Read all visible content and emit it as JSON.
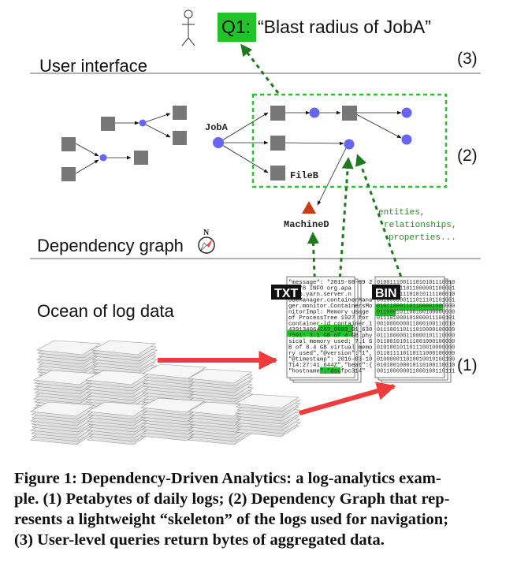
{
  "figure": {
    "query": {
      "label": "Q1:",
      "text": "“Blast radius of JobA”",
      "highlight_color": "#22c22a"
    },
    "layers": {
      "user_interface": "User interface",
      "dependency_graph": "Dependency graph",
      "ocean": "Ocean of log data"
    },
    "markers": {
      "three": "(3)",
      "two": "(2)",
      "one": "(1)"
    },
    "compass": {
      "label": "N"
    },
    "graph": {
      "nodes": {
        "joba": "JobA",
        "fileb": "FileB",
        "machined": "MachineD"
      },
      "annotation": [
        "entities,",
        "relationships,",
        "properties..."
      ],
      "colors": {
        "process_node": "#6666f2",
        "file_node": "#777777",
        "machine_node": "#cc3a14",
        "selection": "#2fbf2f",
        "link_arrow": "#1f7a1f"
      }
    },
    "logs": {
      "txt_badge": "TXT",
      "bin_badge": "BIN",
      "txt_lines": [
        "\"message\": \"2015-08-09 2",
        "   7,978 INFO org.apa",
        "   doop.yarn.server.n",
        "odeManager.containerMana",
        "ger.monitor.ContainersMo",
        "nitorImpl: Memory usage",
        "of ProcessTree 1927 for",
        "container-id container_1",
        "439134064263_0003_01_630",
        "7591: 3.1 GB of 4 GB phy",
        "sical memory used; 7.1 G",
        "B of 8.4 GB virtual memo",
        "ry used\",\"@version\":\"1\",",
        "\"@timestamp\": 2016-03-10",
        "T14:27:41.644Z\",\"beat\":{",
        "\"hostname\":\"dsufpc314\""
      ],
      "bin_lines": [
        "010011100111010101110010",
        "000011111011000001100001",
        "010110011101010111100010",
        "001000000111011101101001",
        "010110001101100001000000",
        "011000101100100100000000",
        "011101000101000011100101",
        "001000000011000100110010",
        "011100110111010000100000",
        "011100000110000101110000",
        "011001010111001000100000",
        "010100101101110010000000",
        "011011110110111000100000",
        "010000011010010010100100",
        "010100100010110100110010",
        "001100000011000100110111"
      ],
      "arrow_color": "#ee3b3b"
    }
  },
  "caption": {
    "lines": [
      "Figure 1: Dependency-Driven Analytics: a log-analytics exam-",
      "ple. (1) Petabytes of daily logs; (2) Dependency Graph that rep-",
      "resents a lightweight “skeleton” of the logs used for navigation;",
      "(3) User-level queries return bytes of aggregated data."
    ]
  }
}
